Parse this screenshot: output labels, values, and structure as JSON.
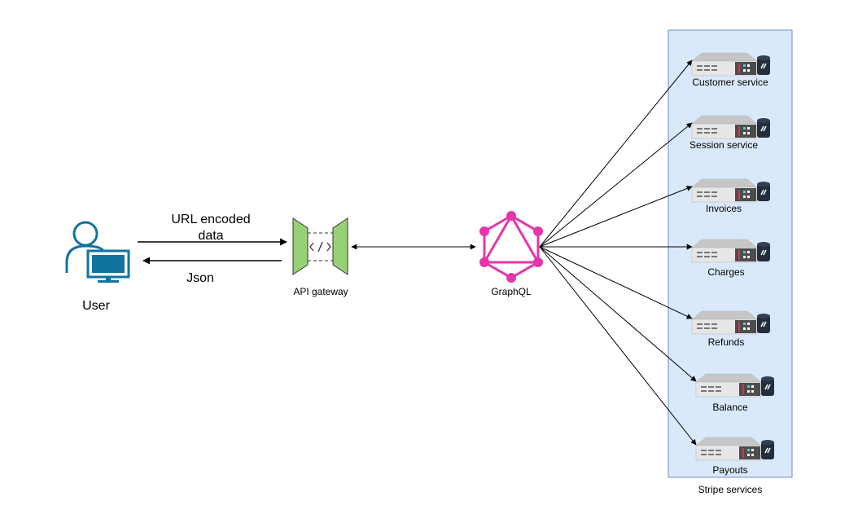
{
  "nodes": {
    "user": {
      "label": "User"
    },
    "gateway": {
      "label": "API gateway"
    },
    "graphql": {
      "label": "GraphQL"
    }
  },
  "edges": {
    "request_line1": "URL encoded",
    "request_line2": "data",
    "response": "Json"
  },
  "group": {
    "label": "Stripe services",
    "fill": "#dae8fc",
    "stroke": "#6c8ebf"
  },
  "services": [
    {
      "label": "Customer service"
    },
    {
      "label": "Session service"
    },
    {
      "label": "Invoices"
    },
    {
      "label": "Charges"
    },
    {
      "label": "Refunds"
    },
    {
      "label": "Balance"
    },
    {
      "label": "Payouts"
    }
  ],
  "colors": {
    "user_icon": "#10739e",
    "gateway": "#97d077",
    "graphql": "#e535ab"
  }
}
